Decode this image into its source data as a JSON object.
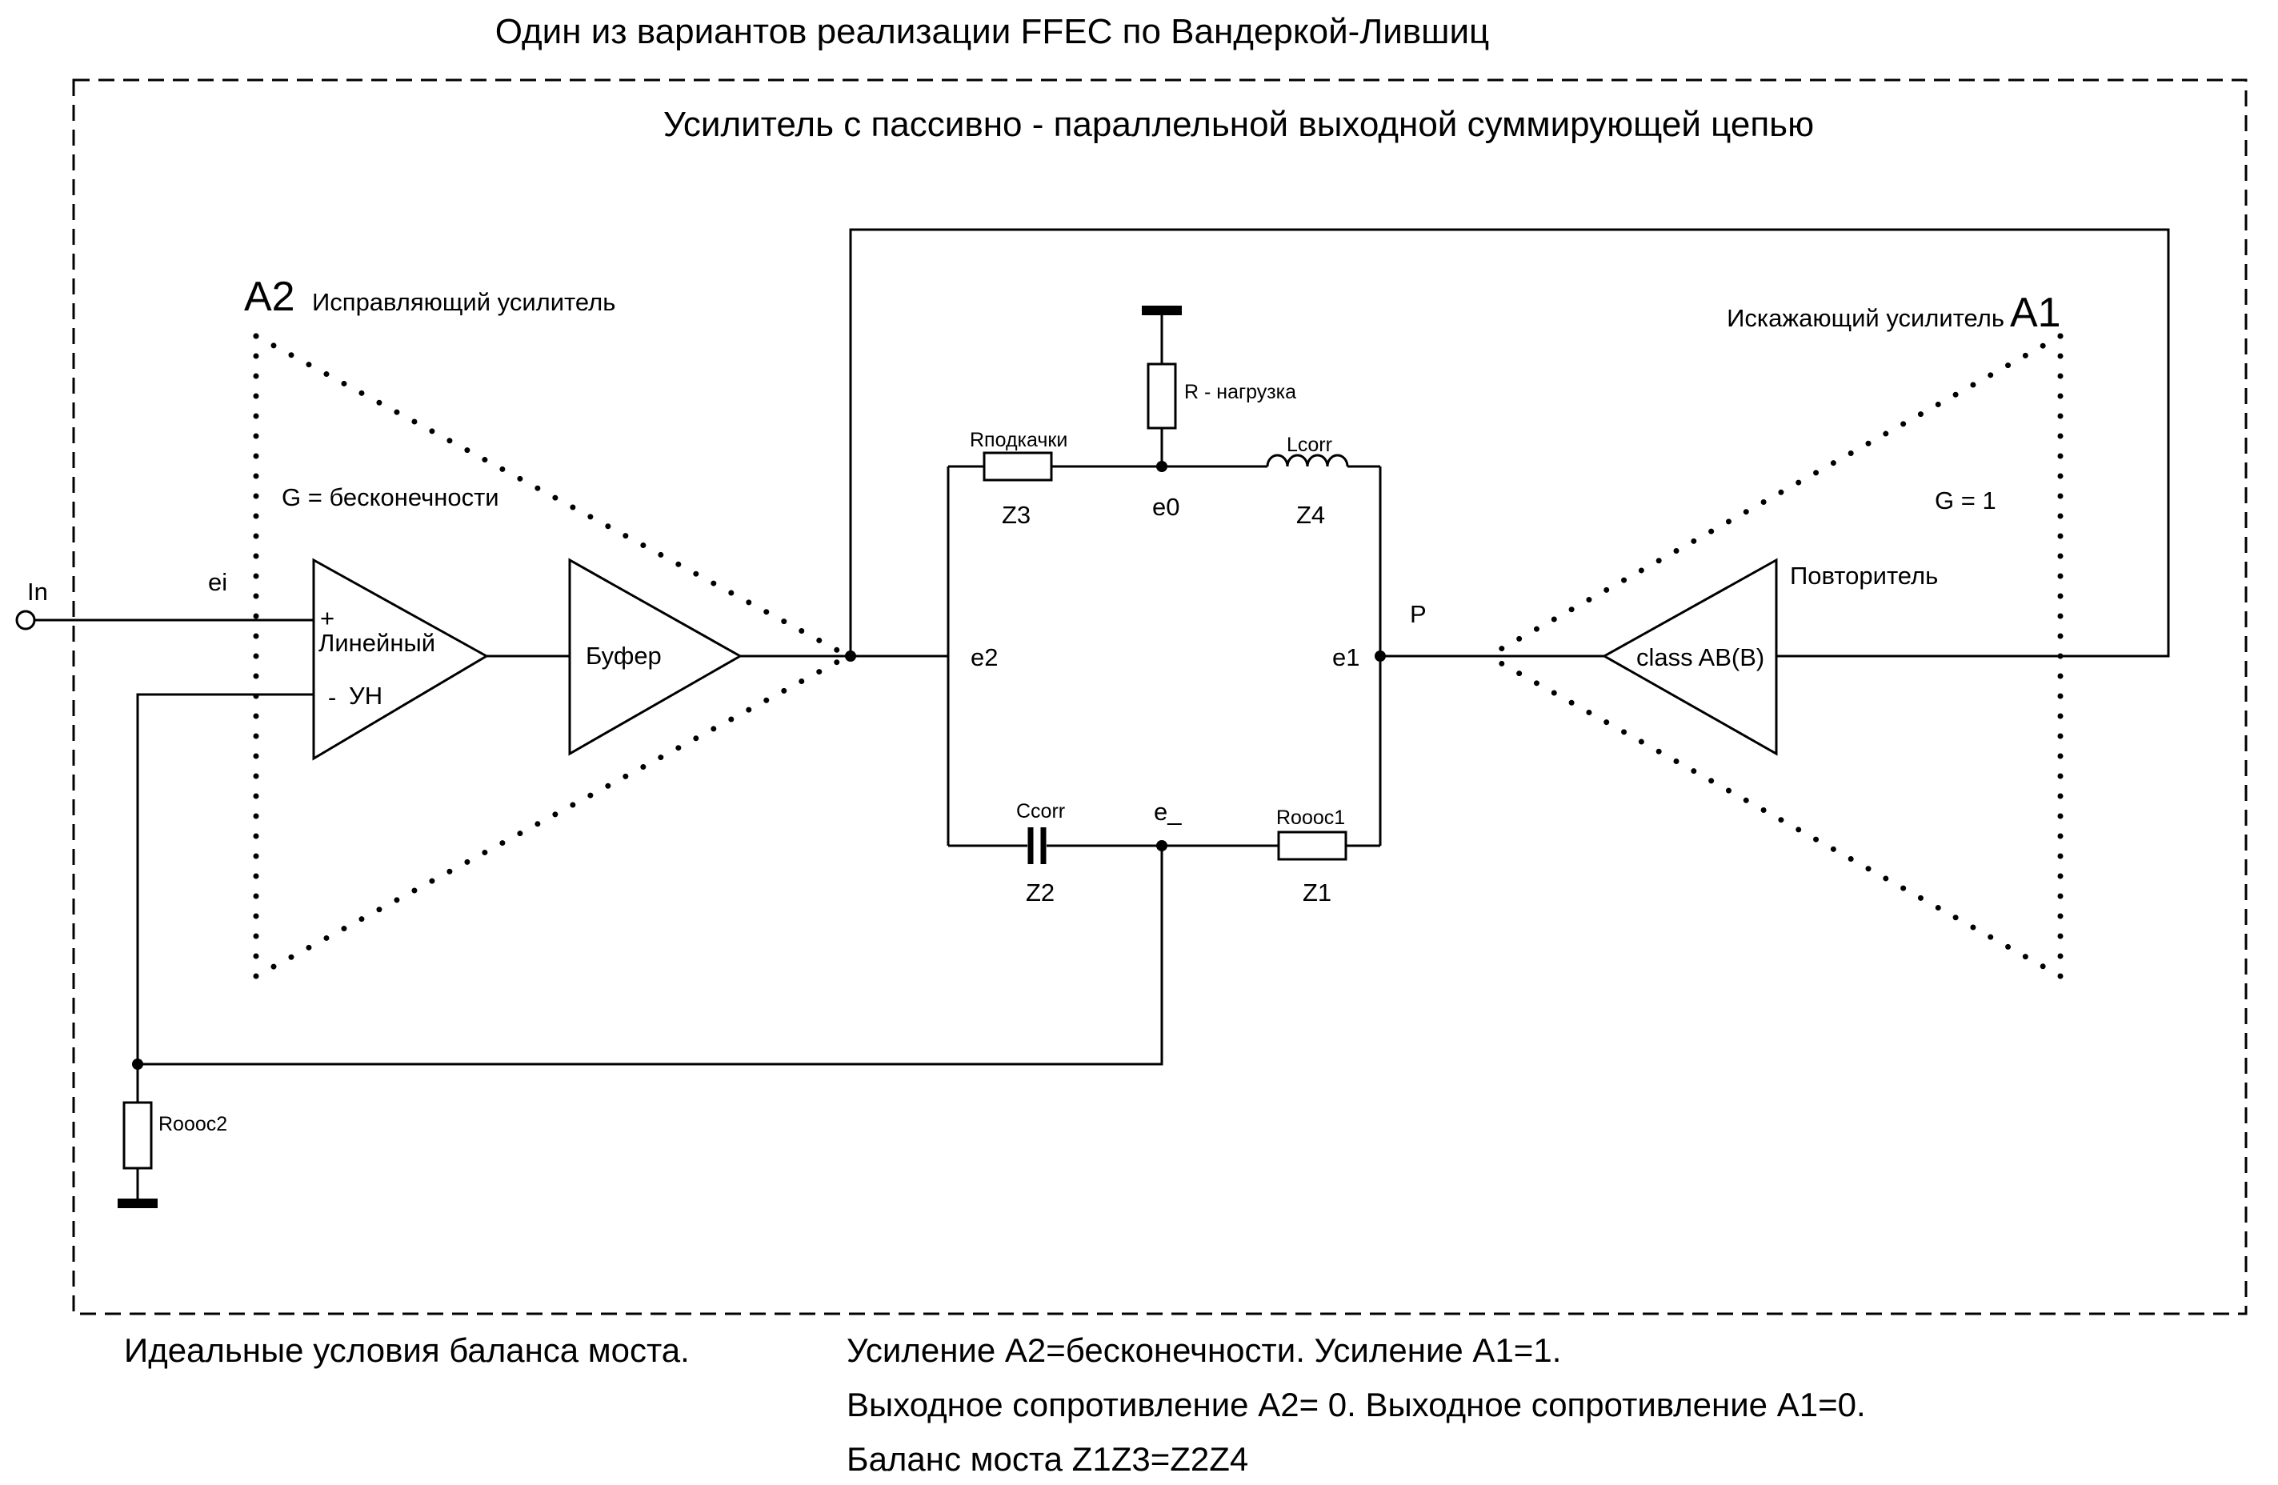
{
  "title": "Один из вариантов реализации FFEC по Вандеркой-Лившиц",
  "box_title": "Усилитель с пассивно - параллельной выходной суммирующей цепью",
  "amplifier_a2": {
    "name": "A2",
    "caption": "Исправляющий усилитель",
    "gain": "G = бесконечности",
    "opamp_plus": "+",
    "opamp_minus": "-",
    "opamp_label": "Линейный",
    "opamp_sublabel": "УН",
    "buffer_label": "Буфер"
  },
  "amplifier_a1": {
    "name": "A1",
    "caption": "Искажающий усилитель",
    "gain": "G = 1",
    "follower_label": "Повторитель",
    "stage_label": "class AB(B)"
  },
  "input": {
    "label": "In",
    "node": "ei"
  },
  "nodes": {
    "e0": "e0",
    "e1": "e1",
    "e2": "e2",
    "e_minus": "e_",
    "P": "P"
  },
  "components": {
    "load": "R - нагрузка",
    "r_pump": "Rподкачки",
    "z3": "Z3",
    "l_corr": "Lcorr",
    "z4": "Z4",
    "c_corr": "Ccorr",
    "z2": "Z2",
    "r_oos1": "Roooc1",
    "z1": "Z1",
    "r_oos2": "Roooc2"
  },
  "notes": {
    "left": "Идеальные условия баланса моста.",
    "lines": [
      "Усиление A2=бесконечности. Усиление A1=1.",
      "Выходное сопротивление A2= 0. Выходное сопротивление A1=0.",
      "Баланс моста Z1Z3=Z2Z4"
    ]
  }
}
